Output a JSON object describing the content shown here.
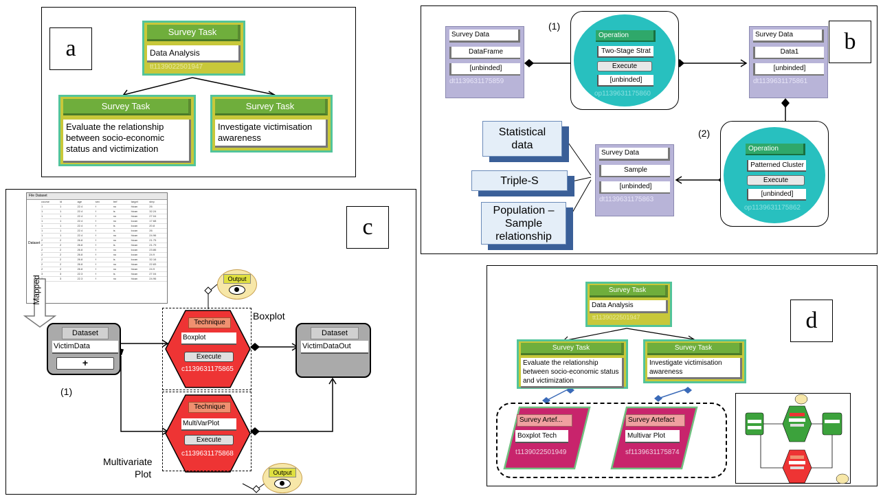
{
  "panels": {
    "a": "a",
    "b": "b",
    "c": "c",
    "d": "d"
  },
  "a": {
    "root": {
      "header": "Survey Task",
      "text": "Data Analysis",
      "id": "tt1139022501947"
    },
    "left": {
      "header": "Survey Task",
      "text": "Evaluate the relationship between socio-economic status and victimization"
    },
    "right": {
      "header": "Survey Task",
      "text": "Investigate victimisation awareness"
    }
  },
  "b": {
    "data_in": {
      "header": "Survey Data",
      "field1": "DataFrame",
      "field2": "[unbinded]",
      "id": "dt1139631175859"
    },
    "op1": {
      "marker": "(1)",
      "header": "Operation",
      "field1": "Two-Stage Strat",
      "button": "Execute",
      "field2": "[unbinded]",
      "id": "op1139631175860"
    },
    "data_out": {
      "header": "Survey Data",
      "field1": "Data1",
      "field2": "[unbinded]",
      "id": "dt1139631175861"
    },
    "op2": {
      "marker": "(2)",
      "header": "Operation",
      "field1": "Patterned Cluster",
      "button": "Execute",
      "field2": "[unbinded]",
      "id": "op1139631175862"
    },
    "sample": {
      "header": "Survey Data",
      "field1": "Sample",
      "field2": "[unbinded]",
      "id": "dt1139631175863"
    },
    "notes": [
      "Statistical data",
      "Triple-S",
      "Population – Sample relationship"
    ]
  },
  "c": {
    "sheet": {
      "menu": "File   Dataset",
      "side_label": "Dataset",
      "headers": [
        "course",
        "id",
        "age",
        "sex",
        "tref",
        "target",
        "step"
      ],
      "rows": [
        [
          "1",
          "1",
          "22.4",
          "f",
          "no",
          "hican",
          "26"
        ],
        [
          "1",
          "1",
          "22.4",
          "f",
          "is",
          "hican",
          "32.24"
        ],
        [
          "1",
          "1",
          "22.4",
          "f",
          "no",
          "hican",
          "27.04"
        ],
        [
          "1",
          "1",
          "22.4",
          "f",
          "no",
          "locan",
          "17.68"
        ],
        [
          "1",
          "1",
          "22.4",
          "f",
          "is",
          "locan",
          "20.8"
        ],
        [
          "1",
          "1",
          "22.4",
          "f",
          "is",
          "locan",
          "26"
        ],
        [
          "1",
          "1",
          "22.4",
          "f",
          "no",
          "hican",
          "24.96"
        ],
        [
          "2",
          "2",
          "26.8",
          "f",
          "no",
          "hican",
          "21.75"
        ],
        [
          "2",
          "2",
          "26.8",
          "f",
          "is",
          "hican",
          "21.79"
        ],
        [
          "2",
          "2",
          "26.8",
          "f",
          "no",
          "locan",
          "23.86"
        ],
        [
          "2",
          "2",
          "26.8",
          "f",
          "no",
          "locan",
          "24.9"
        ],
        [
          "2",
          "2",
          "26.8",
          "f",
          "is",
          "locan",
          "32.16"
        ],
        [
          "2",
          "2",
          "26.8",
          "f",
          "no",
          "hican",
          "22.83"
        ],
        [
          "2",
          "2",
          "26.8",
          "f",
          "no",
          "hican",
          "24.9"
        ],
        [
          "3",
          "3",
          "22.3",
          "f",
          "is",
          "hican",
          "27.04"
        ],
        [
          "3",
          "3",
          "22.3",
          "f",
          "no",
          "hican",
          "24.96"
        ]
      ]
    },
    "mapped_label": "Mapped",
    "dataset_in": {
      "header": "Dataset",
      "field": "VictimData",
      "plus": "+"
    },
    "dataset_out": {
      "header": "Dataset",
      "field": "VictimDataOut"
    },
    "marker": "(1)",
    "tech1": {
      "header": "Technique",
      "field": "Boxplot",
      "button": "Execute",
      "id": "c1139631175865",
      "caption": "Boxplot"
    },
    "tech2": {
      "header": "Technique",
      "field": "MultiVarPlot",
      "button": "Execute",
      "id": "c1139631175868",
      "caption1": "Multivariate",
      "caption2": "Plot"
    },
    "output1": {
      "header": "Output"
    },
    "output2": {
      "header": "Output"
    }
  },
  "d": {
    "root": {
      "header": "Survey Task",
      "text": "Data Analysis",
      "id": "tt1139022501947"
    },
    "left": {
      "header": "Survey Task",
      "text": "Evaluate the relationship between socio-economic status and victimization"
    },
    "right": {
      "header": "Survey Task",
      "text": "Investigate victimisation awareness"
    },
    "art1": {
      "header": "Survey Artef...",
      "field": "Boxplot Tech",
      "id": "t1139022501949"
    },
    "art2": {
      "header": "Survey Artefact",
      "field": "Multivar Plot",
      "id": "sf1139631175874"
    }
  }
}
